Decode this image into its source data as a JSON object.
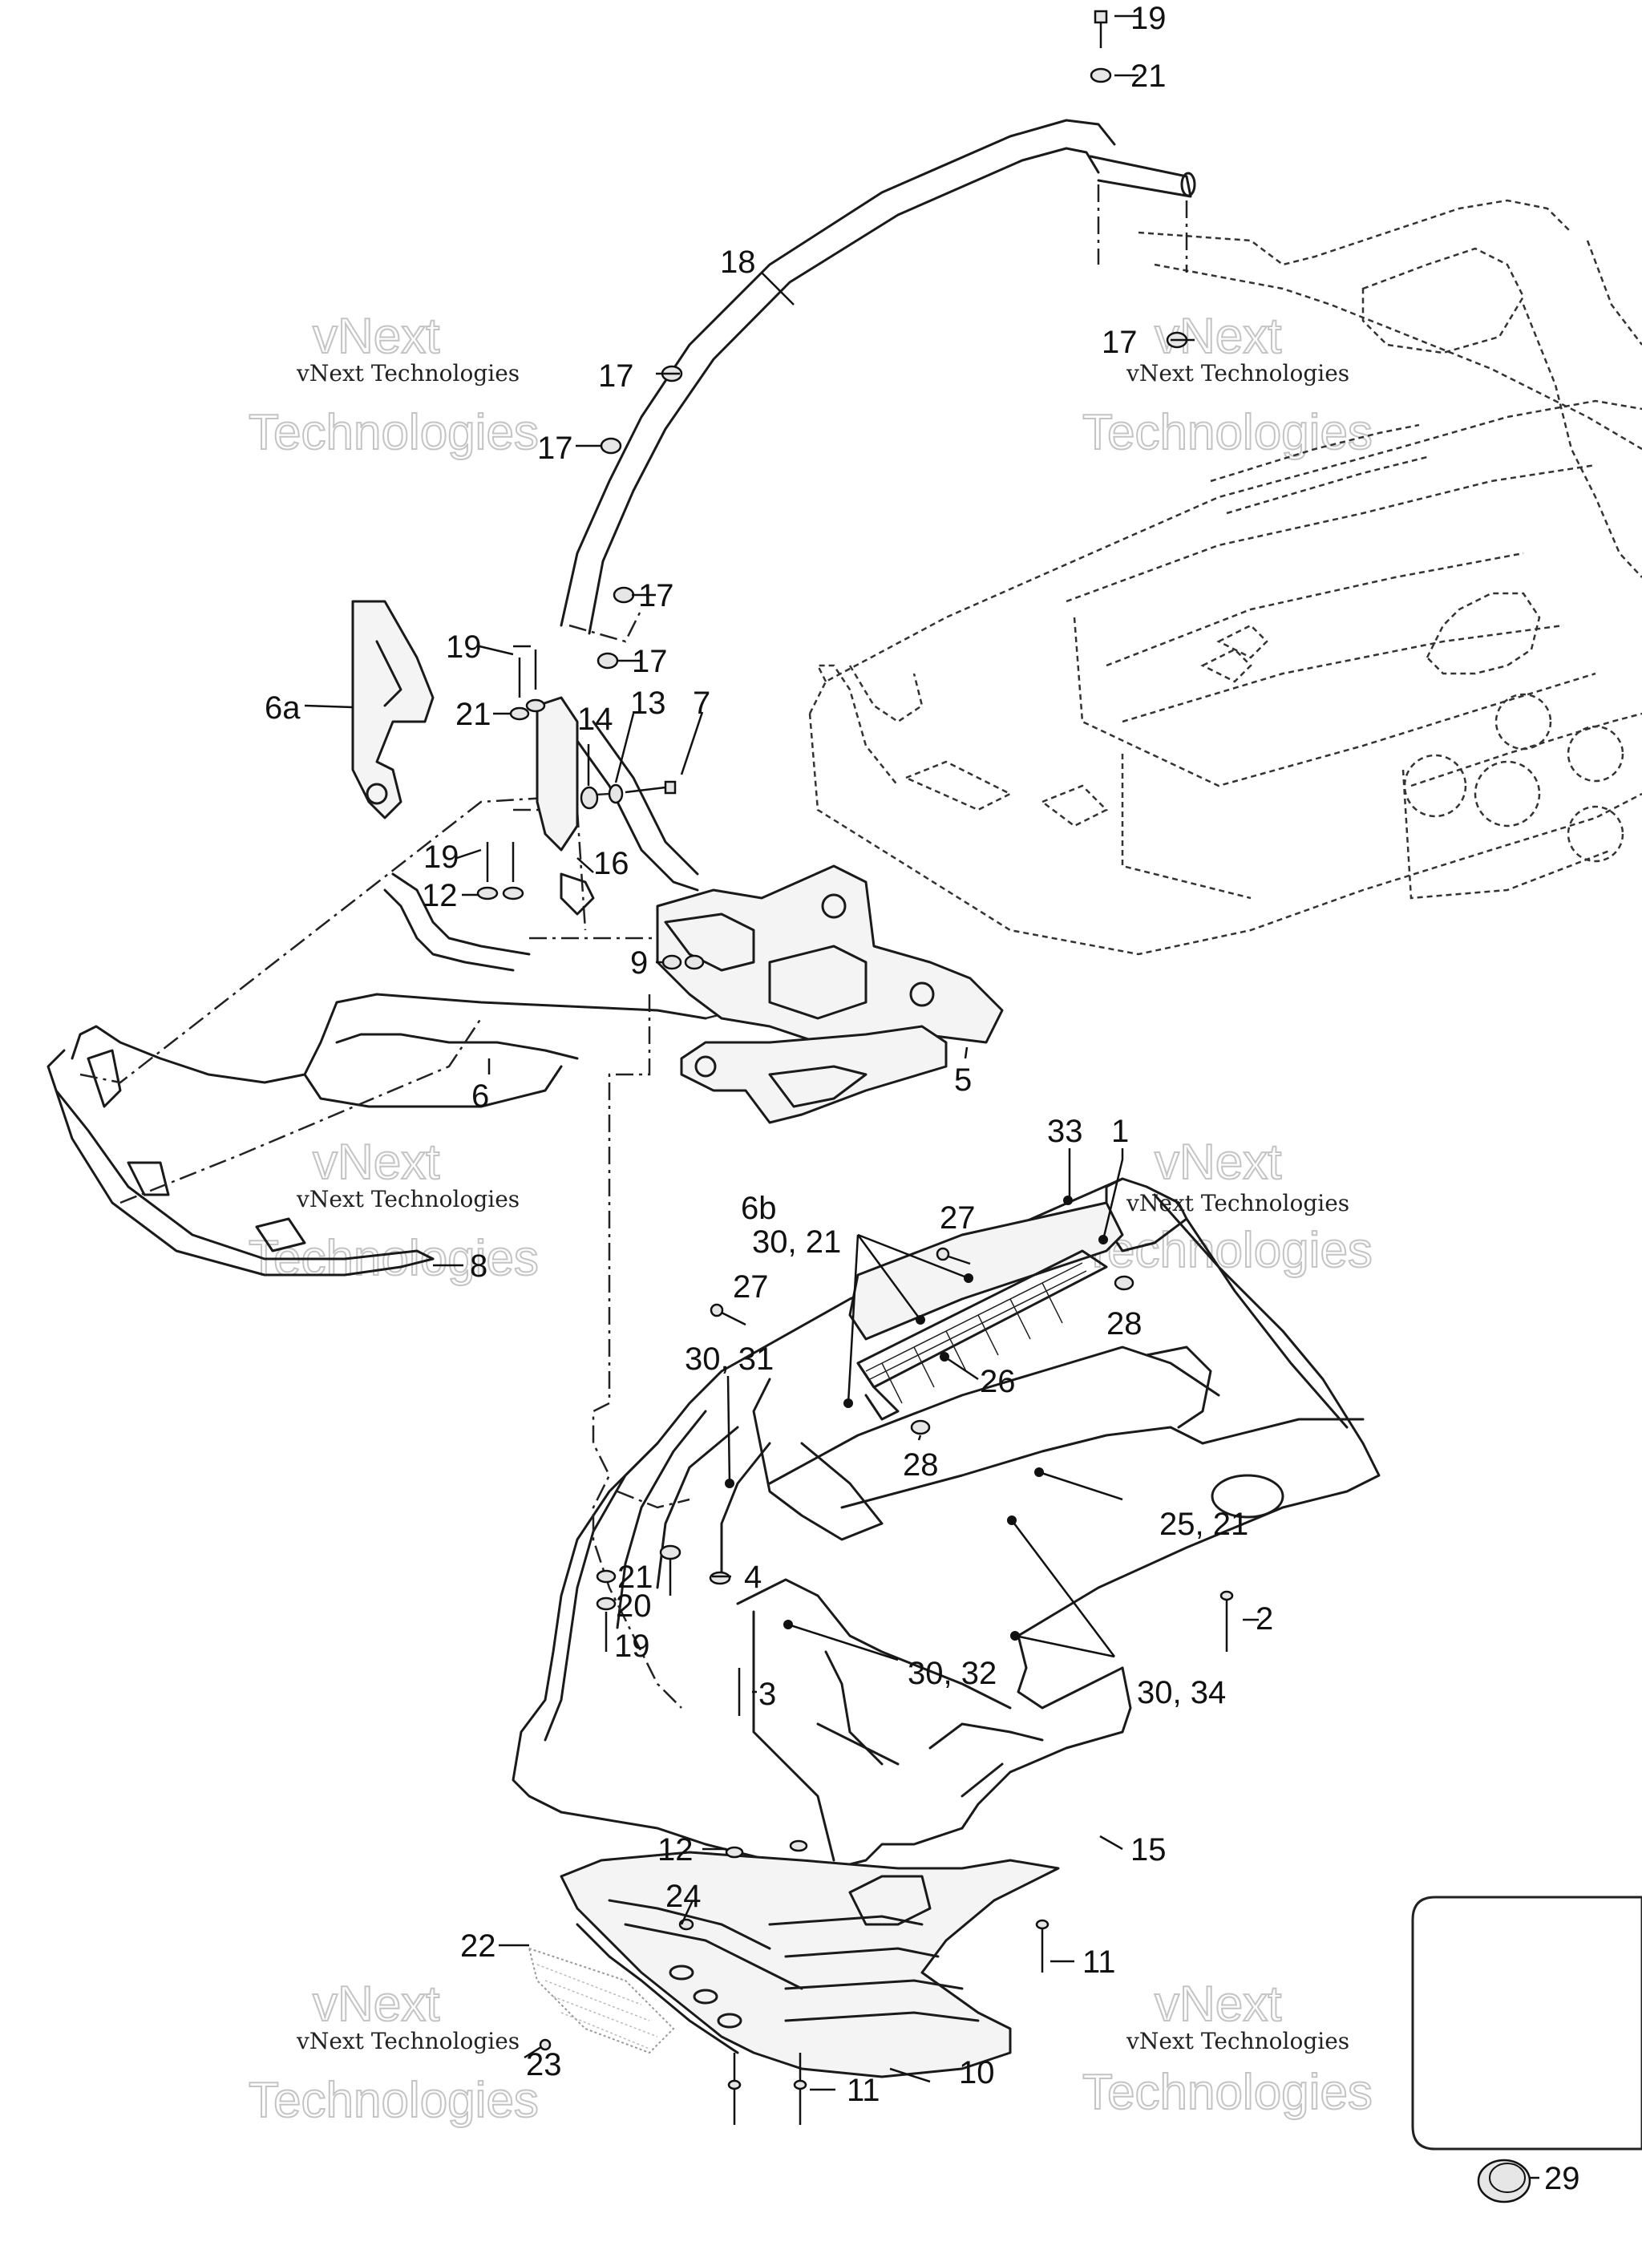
{
  "watermark": {
    "line1": "vNext Technologies",
    "line2": "Technologies",
    "line3": "vNext"
  },
  "callouts": {
    "c1": "1",
    "c2": "2",
    "c3": "3",
    "c4": "4",
    "c5": "5",
    "c6": "6",
    "c6a": "6a",
    "c6b": "6b",
    "c7": "7",
    "c8": "8",
    "c9": "9",
    "c10": "10",
    "c11": "11",
    "c12": "12",
    "c13": "13",
    "c14": "14",
    "c15": "15",
    "c16": "16",
    "c17": "17",
    "c18": "18",
    "c19": "19",
    "c20": "20",
    "c21": "21",
    "c22": "22",
    "c23": "23",
    "c24": "24",
    "c25_21": "25, 21",
    "c26": "26",
    "c27": "27",
    "c28": "28",
    "c29": "29",
    "c30_21": "30, 21",
    "c30_31": "30, 31",
    "c30_32": "30, 32",
    "c30_34": "30, 34",
    "c33": "33"
  }
}
